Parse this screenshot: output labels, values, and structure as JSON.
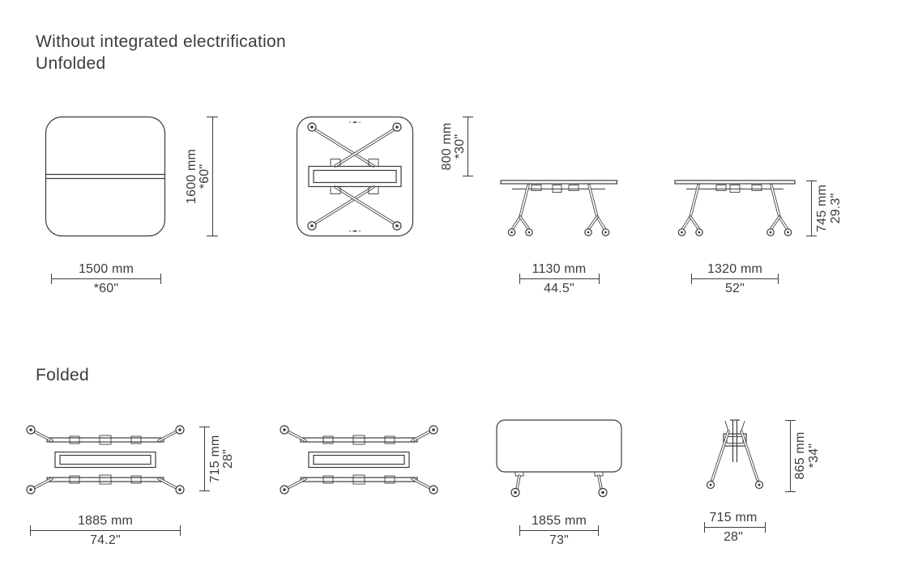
{
  "page": {
    "title": "Without integrated electrification",
    "subtitle": "Unfolded",
    "folded_heading": "Folded"
  },
  "unfolded": {
    "top_view": {
      "depth": {
        "mm": "1600 mm",
        "inch": "*60\""
      },
      "width": {
        "mm": "1500 mm",
        "inch": "*60\""
      }
    },
    "underside_view": {
      "half_depth": {
        "mm": "800 mm",
        "inch": "*30\""
      }
    },
    "side_view_small": {
      "width": {
        "mm": "1130 mm",
        "inch": "44.5\""
      }
    },
    "side_view_large": {
      "width": {
        "mm": "1320 mm",
        "inch": "52\""
      },
      "height": {
        "mm": "745 mm",
        "inch": "29.3\""
      }
    }
  },
  "folded": {
    "top_view": {
      "depth": {
        "mm": "715 mm",
        "inch": "28\""
      },
      "width": {
        "mm": "1885 mm",
        "inch": "74.2\""
      }
    },
    "side_view": {
      "width": {
        "mm": "1855 mm",
        "inch": "73\""
      }
    },
    "end_view": {
      "width": {
        "mm": "715 mm",
        "inch": "28\""
      },
      "height": {
        "mm": "865 mm",
        "inch": "*34\""
      }
    }
  },
  "colors": {
    "line": "#3c3c3c",
    "text": "#3c3c3c",
    "background": "#ffffff"
  }
}
